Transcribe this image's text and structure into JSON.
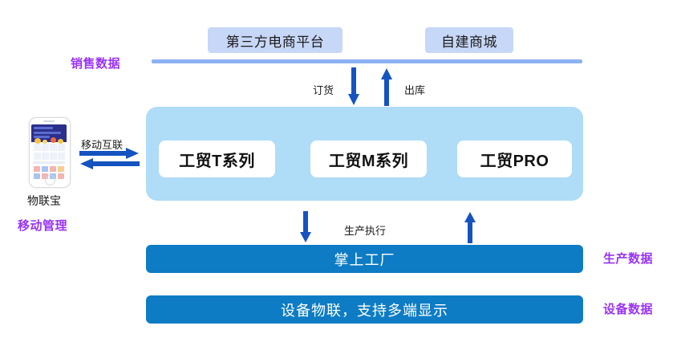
{
  "diagram": {
    "channels": [
      {
        "id": "third-party",
        "label": "第三方电商平台"
      },
      {
        "id": "self-built",
        "label": "自建商城"
      }
    ],
    "side_labels": {
      "sales": "销售数据",
      "mobile": "移动管理",
      "production": "生产数据",
      "device": "设备数据"
    },
    "flows": {
      "order": "订货",
      "outbound": "出库",
      "execution": "生产执行",
      "mobile_net": "移动互联"
    },
    "products": [
      {
        "id": "t-series",
        "label": "工贸T系列"
      },
      {
        "id": "m-series",
        "label": "工贸M系列"
      },
      {
        "id": "pro",
        "label": "工贸PRO"
      }
    ],
    "bars": [
      {
        "id": "factory",
        "label": "掌上工厂"
      },
      {
        "id": "iot",
        "label": "设备物联，支持多端显示"
      }
    ],
    "device": {
      "name": "物联宝"
    },
    "colors": {
      "badge_bg": "#c7d7f7",
      "rail": "#8cb2f2",
      "hub_bg": "#afdcf7",
      "bar_bg": "#0d7cc4",
      "arrow": "#1453c0",
      "side_label": "#9933f5",
      "card_bg": "#ffffff"
    }
  }
}
